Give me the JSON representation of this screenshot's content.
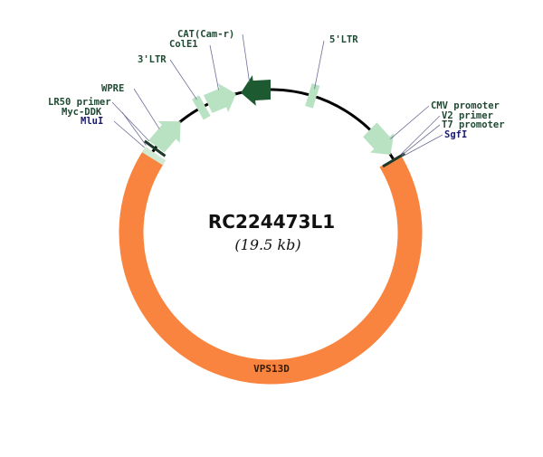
{
  "plasmid": {
    "name": "RC224473L1",
    "size": "(19.5 kb)"
  },
  "colors": {
    "backbone": "#000000",
    "gene": "#f9843f",
    "feature": "#b8e2c2",
    "cat": "#1d5a32",
    "site_label": "#1a1a6e",
    "feature_label": "#1f4a33"
  },
  "gene": {
    "label": "VPS13D"
  },
  "labels": {
    "five_ltr": "5'LTR",
    "cmv": "CMV promoter",
    "v2": "V2 primer",
    "t7": "T7 promoter",
    "sgfi": "SgfI",
    "cat": "CAT(Cam-r)",
    "cole1": "ColE1",
    "three_ltr": "3'LTR",
    "wpre": "WPRE",
    "lr50": "LR50 primer",
    "myc": "Myc-DDK",
    "mlui": "MluI"
  }
}
